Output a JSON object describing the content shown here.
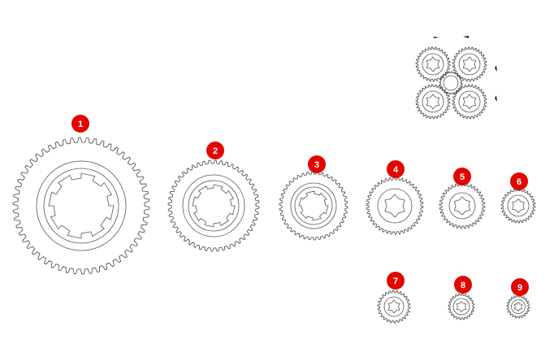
{
  "colors": {
    "badge": "#e10600",
    "badge_text": "#ffffff",
    "line": "#444444",
    "background": "#ffffff"
  },
  "callouts": [
    {
      "label": "1",
      "part": "large-gear"
    },
    {
      "label": "2",
      "part": "gear"
    },
    {
      "label": "3",
      "part": "gear"
    },
    {
      "label": "4",
      "part": "gear"
    },
    {
      "label": "5",
      "part": "gear"
    },
    {
      "label": "6",
      "part": "gear"
    },
    {
      "label": "7",
      "part": "gear"
    },
    {
      "label": "8",
      "part": "gear"
    },
    {
      "label": "9",
      "part": "gear"
    }
  ],
  "assembly": {
    "name": "planetary-gear-assembly",
    "planet_count": 4,
    "has_sun_gear": true,
    "direction_markers": 4
  }
}
